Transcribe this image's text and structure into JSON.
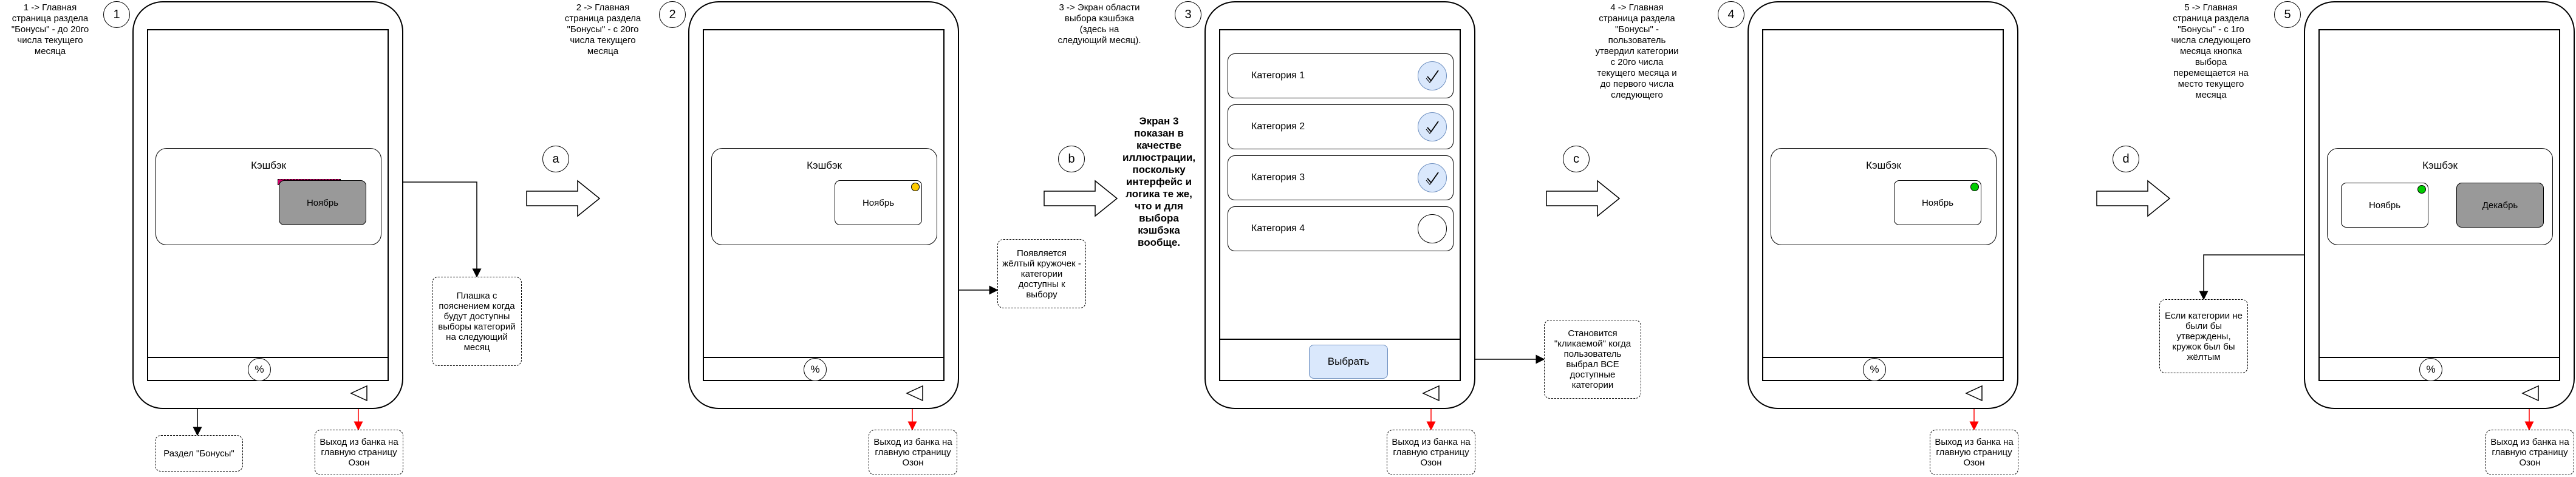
{
  "steps": [
    {
      "number": "1",
      "description": "1 -> Главная\nстраница раздела\n\"Бонусы\" - до 20го\nчисла текущего\nмесяца",
      "card_title": "Кэшбэк",
      "month": "Ноябрь",
      "tab_icon": "%"
    },
    {
      "number": "2",
      "description": "2 -> Главная\nстраница раздела\n\"Бонусы\" - с 20го\nчисла текущего\nмесяца",
      "card_title": "Кэшбэк",
      "month": "Ноябрь",
      "tab_icon": "%"
    },
    {
      "number": "3",
      "description": "3 -> Экран области\nвыбора кэшбэка\n(здесь на\nследующий месяц).",
      "categories": [
        "Категория 1",
        "Категория 2",
        "Категория 3",
        "Категория 4"
      ],
      "select_label": "Выбрать"
    },
    {
      "number": "4",
      "description": "4 -> Главная\nстраница раздела\n\"Бонусы\" -\nпользователь\nутвердил категории\nс 20го числа\nтекущего месяца и\nдо первого числа\nследующего",
      "card_title": "Кэшбэк",
      "month": "Ноябрь",
      "tab_icon": "%"
    },
    {
      "number": "5",
      "description": "5 -> Главная\nстраница раздела\n\"Бонусы\" - с 1го\nчисла следующего\nмесяца кнопка\nвыбора\nперемещается на\nместо текущего\nмесяца",
      "card_title": "Кэшбэк",
      "month": "Ноябрь",
      "month_next": "Декабрь",
      "tab_icon": "%"
    }
  ],
  "transitions": [
    "a",
    "b",
    "c",
    "d"
  ],
  "notes": {
    "plaque_note": "Плашка с\nпояснением когда\nбудут доступны\nвыборы\nкатегорий на\nследующий\nмесяц",
    "bonus_section": "Раздел \"Бонусы\"",
    "exit_bank": "Выход из банка\nна главную\nстраницу Озон",
    "yellow_dot": "Появляется\nжёлтый кружочек\n- категории\nдоступны к\nвыбору",
    "screen3_bold": "Экран 3\nпоказан в\nкачестве\nиллюстрации,\nпоскольку\nинтерфейс и\nлогика те же,\nчто и для\nвыбора\nкэшбэка\nвообще.",
    "clickable_note": "Становится\n\"кликаемой\" когда\nпользователь\nвыбрал ВСЕ\nдоступные\nкатегории",
    "yellow_if_not": "Если категории\nне были бы\nутверждены,\nкружок был бы\nжёлтым"
  },
  "colors": {
    "gray_card": "#999999",
    "magenta_bar": "#cc0066",
    "yellow_dot": "#ffcc00",
    "green_dot": "#00cc00",
    "select_fill": "#dae8fc",
    "select_border": "#6c8ebf",
    "red_arrow": "#ff0000"
  }
}
